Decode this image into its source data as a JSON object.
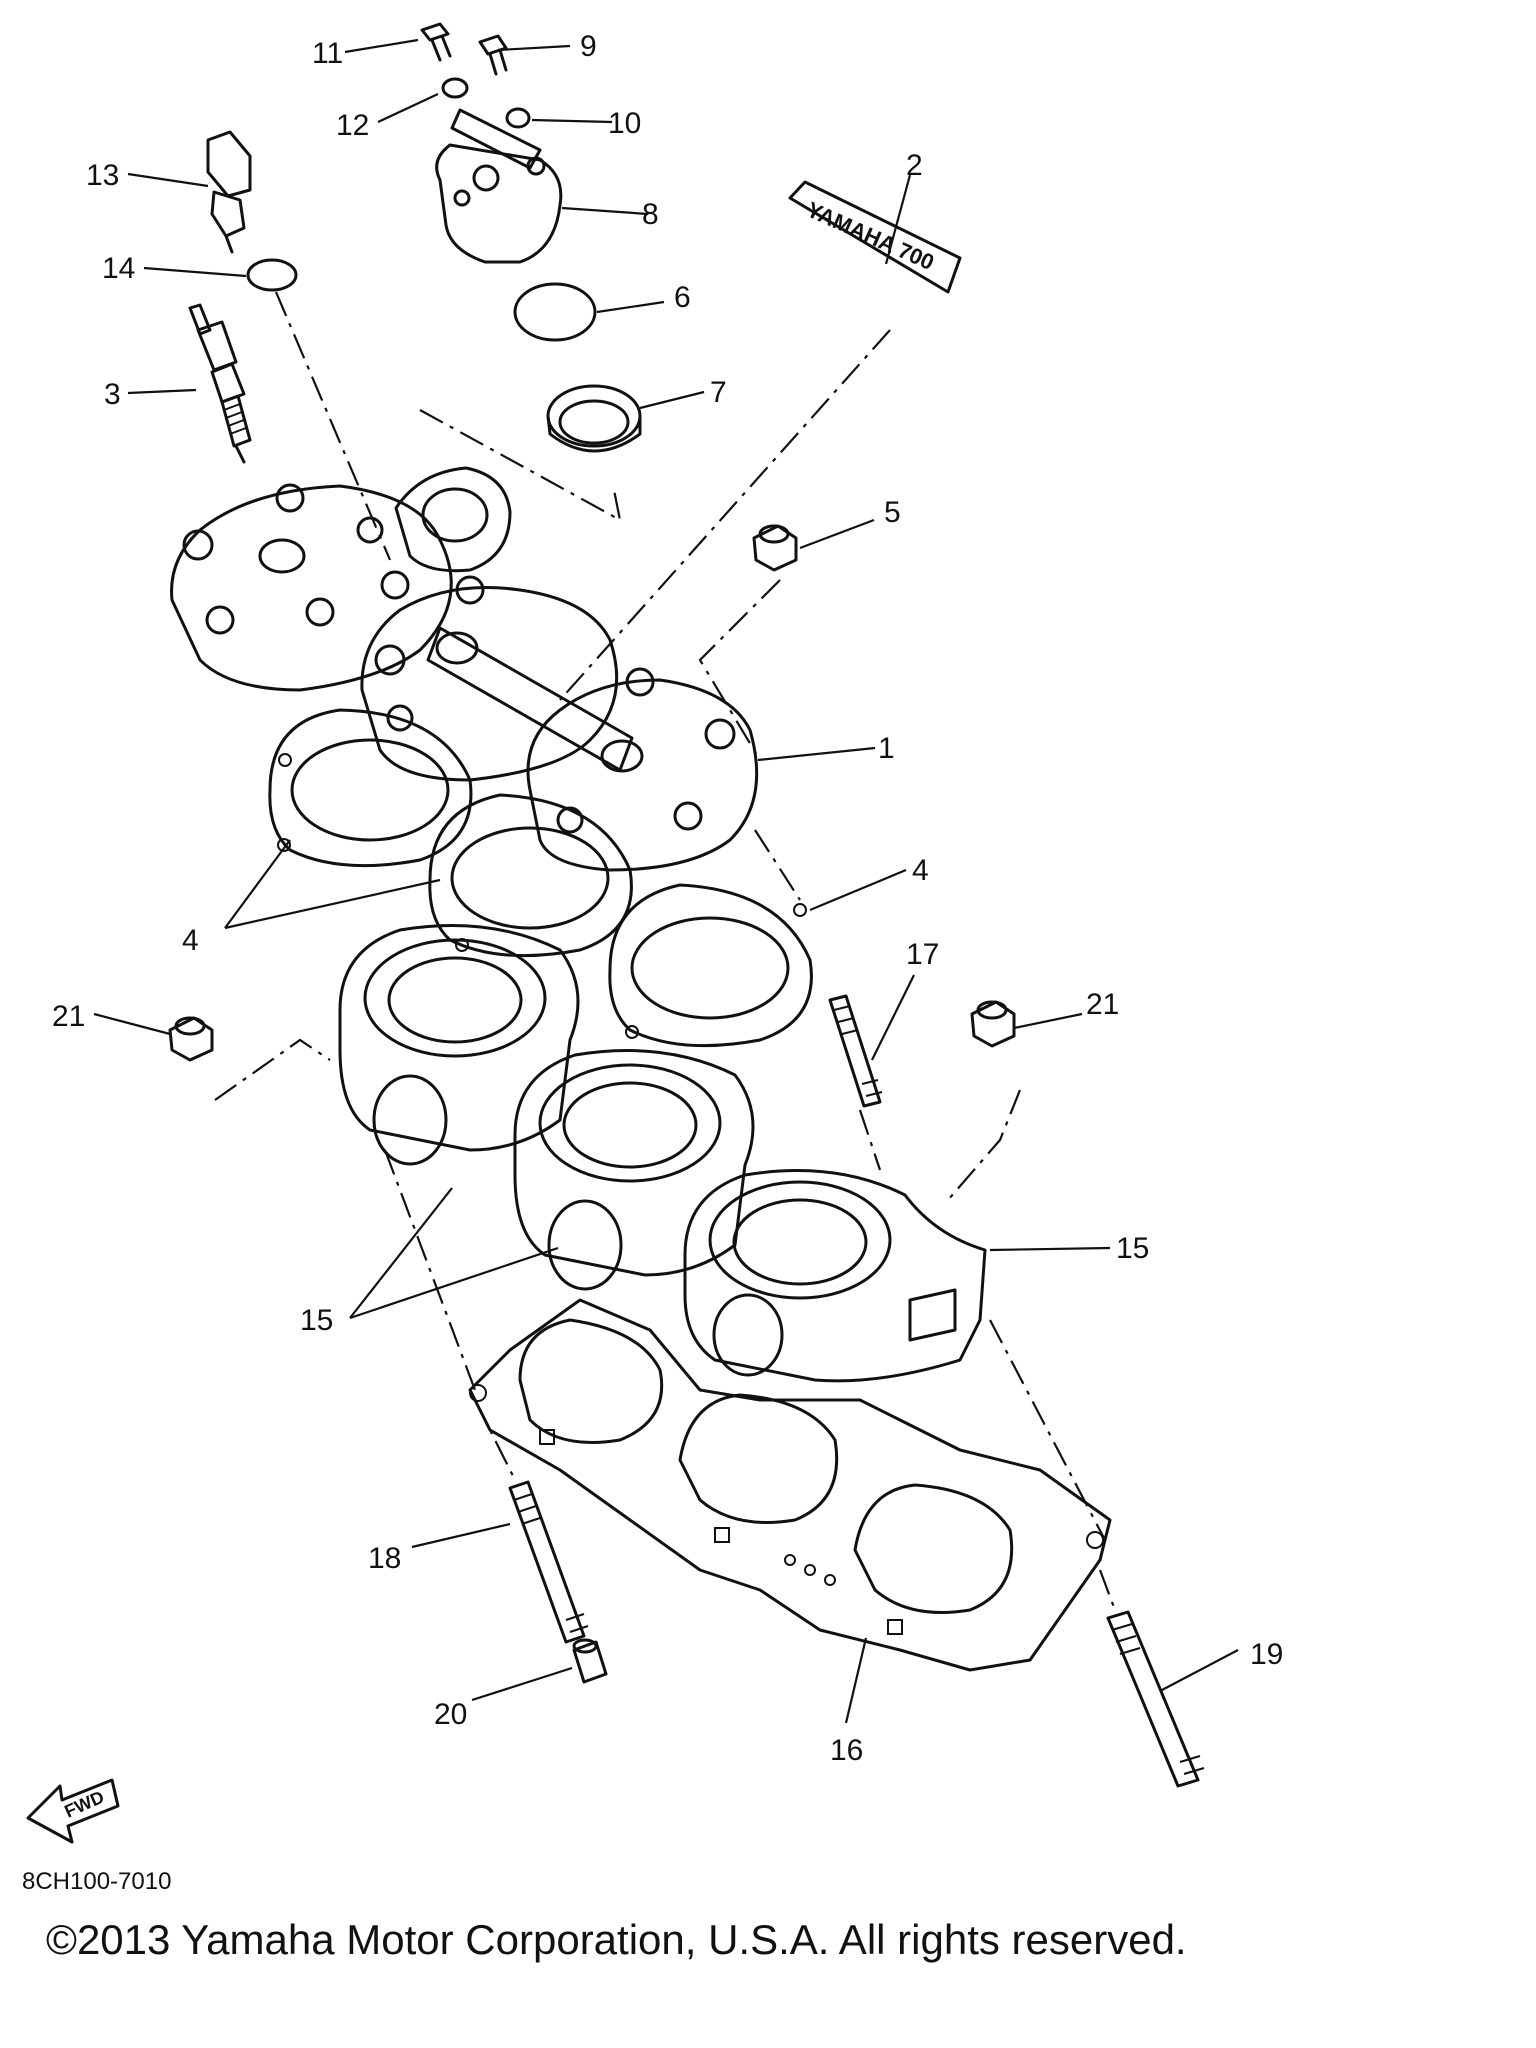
{
  "diagram": {
    "callouts": [
      {
        "id": "1",
        "label": "1"
      },
      {
        "id": "2",
        "label": "2"
      },
      {
        "id": "3",
        "label": "3"
      },
      {
        "id": "4a",
        "label": "4"
      },
      {
        "id": "4b",
        "label": "4"
      },
      {
        "id": "5",
        "label": "5"
      },
      {
        "id": "6",
        "label": "6"
      },
      {
        "id": "7",
        "label": "7"
      },
      {
        "id": "8",
        "label": "8"
      },
      {
        "id": "9",
        "label": "9"
      },
      {
        "id": "10",
        "label": "10"
      },
      {
        "id": "11",
        "label": "11"
      },
      {
        "id": "12",
        "label": "12"
      },
      {
        "id": "13",
        "label": "13"
      },
      {
        "id": "14",
        "label": "14"
      },
      {
        "id": "15a",
        "label": "15"
      },
      {
        "id": "15b",
        "label": "15"
      },
      {
        "id": "16",
        "label": "16"
      },
      {
        "id": "17",
        "label": "17"
      },
      {
        "id": "18",
        "label": "18"
      },
      {
        "id": "19",
        "label": "19"
      },
      {
        "id": "20",
        "label": "20"
      },
      {
        "id": "21a",
        "label": "21"
      },
      {
        "id": "21b",
        "label": "21"
      }
    ],
    "fwd_label": "FWD",
    "decal_text": "YAMAHA 700"
  },
  "footer": {
    "ref_code": "8CH100-7010",
    "copyright": "©2013 Yamaha Motor Corporation, U.S.A. All rights reserved."
  }
}
